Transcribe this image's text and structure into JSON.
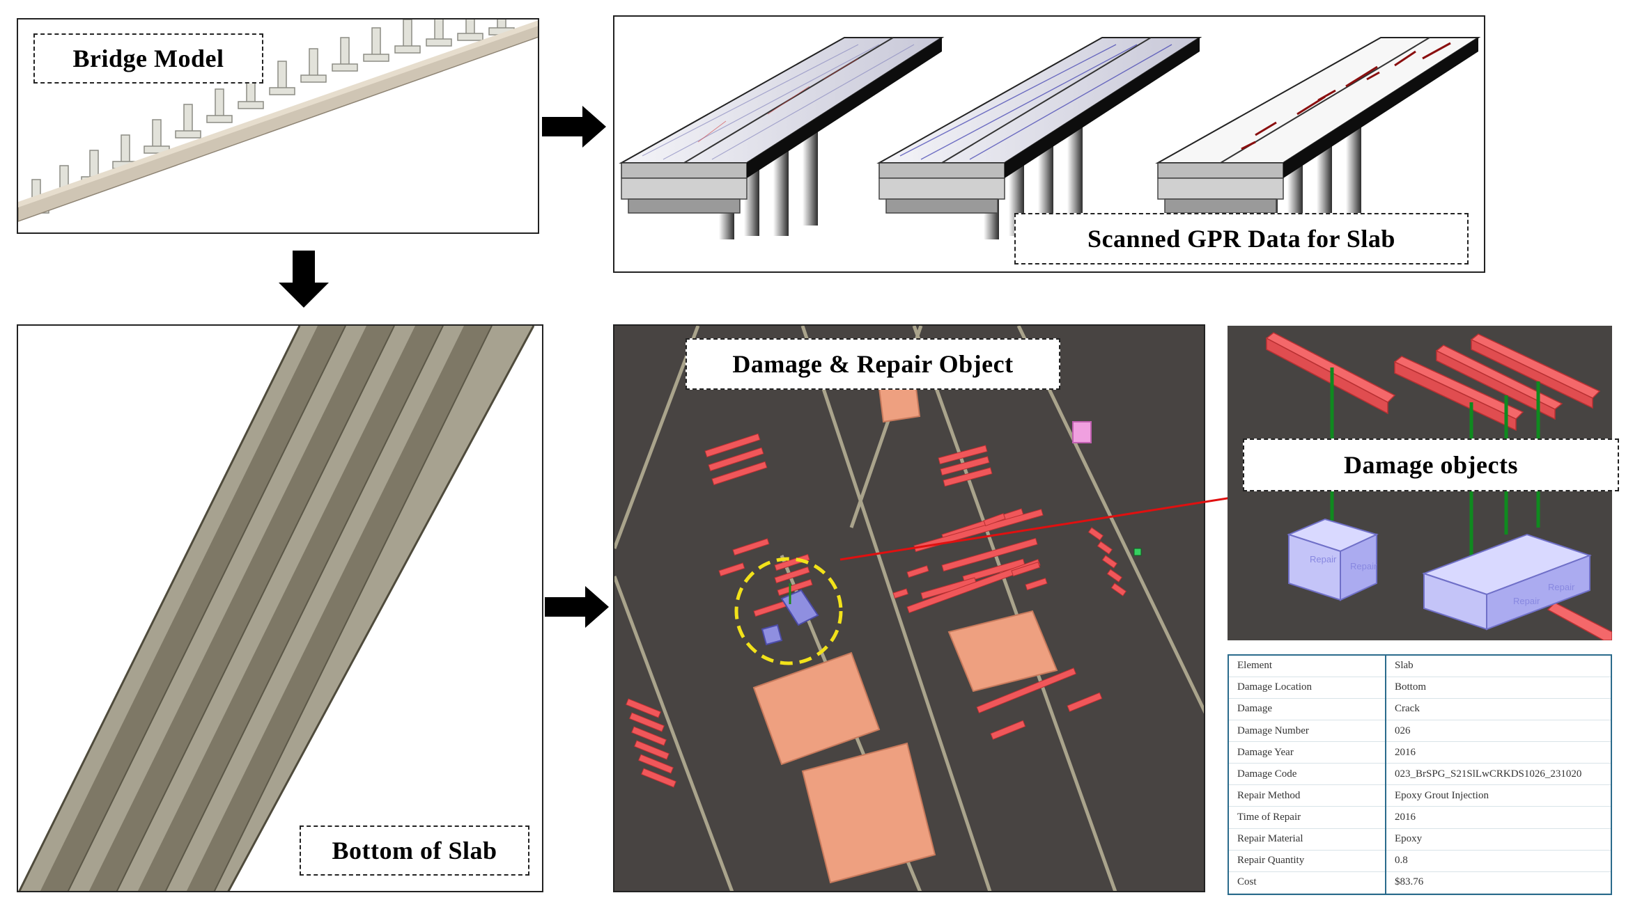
{
  "labels": {
    "bridge_model": "Bridge Model",
    "scanned_gpr": "Scanned GPR Data for Slab",
    "bottom_of_slab": "Bottom of Slab",
    "damage_repair_object": "Damage & Repair Object",
    "damage_objects": "Damage objects"
  },
  "table": {
    "rows": [
      {
        "key": "Element",
        "value": "Slab"
      },
      {
        "key": "Damage Location",
        "value": "Bottom"
      },
      {
        "key": "Damage",
        "value": "Crack"
      },
      {
        "key": "Damage Number",
        "value": "026"
      },
      {
        "key": "Damage Year",
        "value": "2016"
      },
      {
        "key": "Damage Code",
        "value": "023_BrSPG_S21SlLwCRKDS1026_231020"
      },
      {
        "key": "Repair Method",
        "value": "Epoxy Grout Injection"
      },
      {
        "key": "Time of Repair",
        "value": "2016"
      },
      {
        "key": "Repair Material",
        "value": "Epoxy"
      },
      {
        "key": "Repair Quantity",
        "value": "0.8"
      },
      {
        "key": "Cost",
        "value": "$83.76"
      }
    ]
  },
  "repair_tag_text": "Repair",
  "colors": {
    "damage_red": "#f0575a",
    "repair_orange": "#eea080",
    "repair_box_blue": "#b6b6f5",
    "connector_green": "#1c8a1c",
    "slab_dark": "#484442",
    "highlight_circle": "#f2e21a",
    "leader_line": "#e01010"
  }
}
